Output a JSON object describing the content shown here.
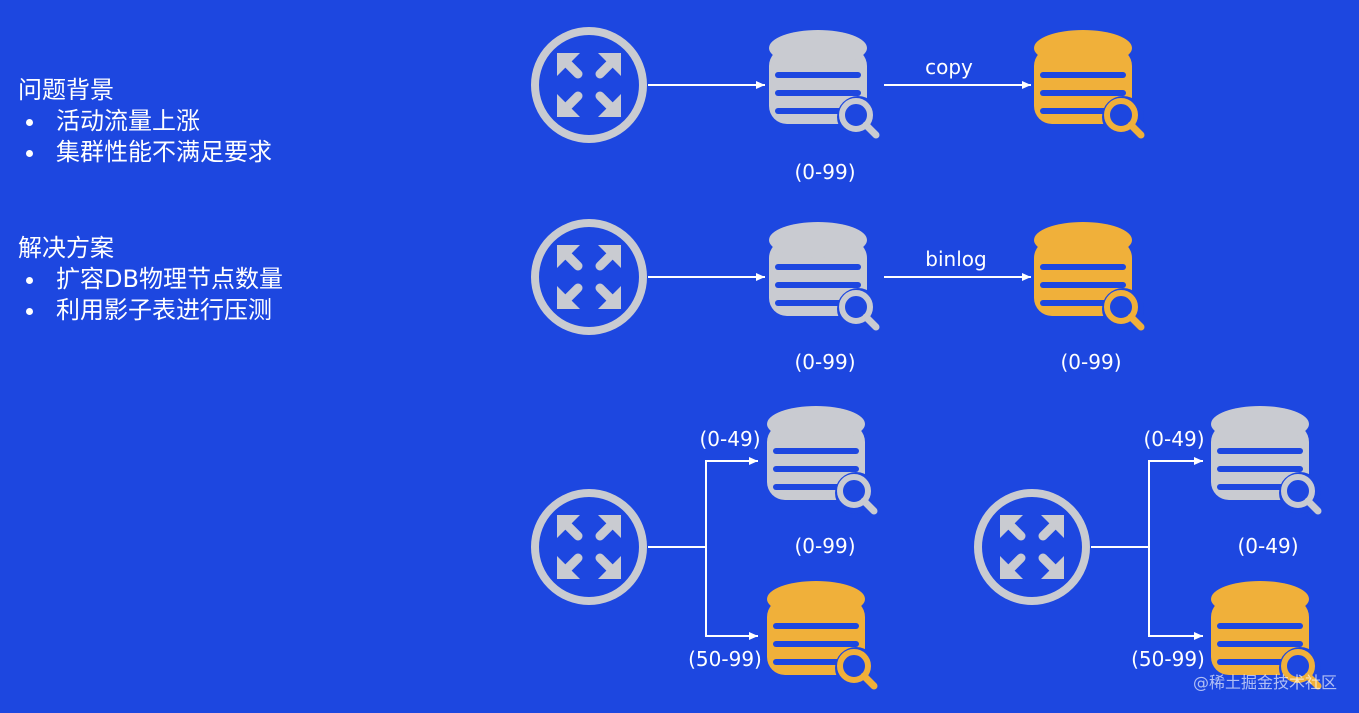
{
  "background": {
    "problem": {
      "title": "问题背景",
      "bullets": [
        "活动流量上涨",
        "集群性能不满足要求"
      ]
    }
  },
  "solution": {
    "title": "解决方案",
    "bullets": [
      "扩容DB物理节点数量",
      "利用影子表进行压测"
    ]
  },
  "diagram": {
    "row1": {
      "edge_label": "copy",
      "source_range": "(0-99)"
    },
    "row2": {
      "edge_label": "binlog",
      "source_range": "(0-99)",
      "target_range": "(0-99)"
    },
    "row3_left": {
      "top_route": "(0-49)",
      "top_range": "(0-99)",
      "bottom_route": "(50-99)"
    },
    "row3_right": {
      "top_route": "(0-49)",
      "top_range": "(0-49)",
      "bottom_route": "(50-99)"
    }
  },
  "watermark": "@稀土掘金技术社区",
  "colors": {
    "background": "#1d47e0",
    "gray_db": "#c9cbd1",
    "yellow_db": "#f0b03a",
    "router": "#c9cbd1",
    "line": "#ffffff"
  },
  "icons": {
    "router": "router-arrows-icon",
    "database": "database-search-icon"
  }
}
